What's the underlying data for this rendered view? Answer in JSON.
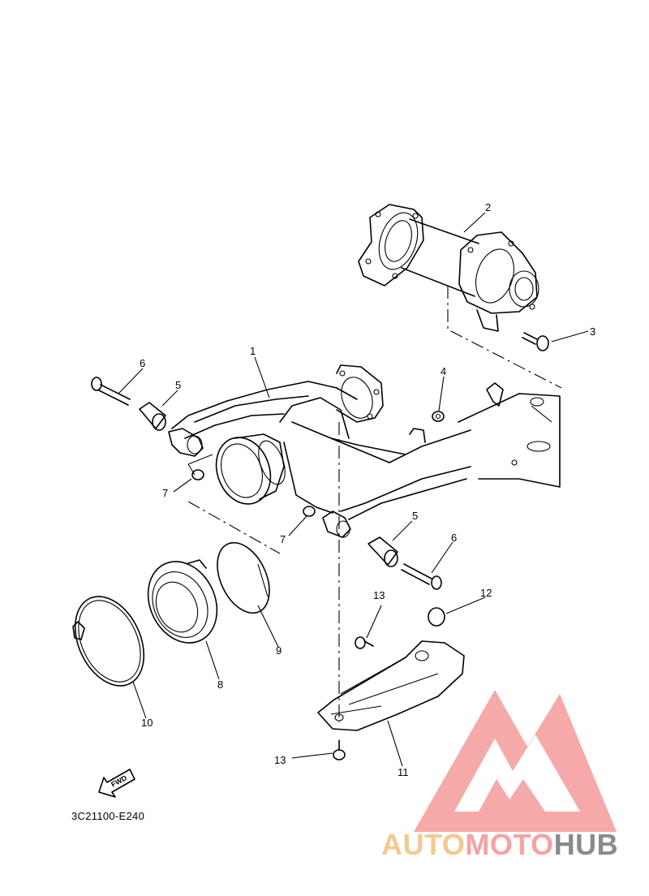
{
  "diagram": {
    "code": "3C21100-E240",
    "fwd_label": "FWD",
    "callouts": [
      {
        "id": "1",
        "label": "1"
      },
      {
        "id": "2",
        "label": "2"
      },
      {
        "id": "3",
        "label": "3"
      },
      {
        "id": "4",
        "label": "4"
      },
      {
        "id": "5a",
        "label": "5"
      },
      {
        "id": "5b",
        "label": "5"
      },
      {
        "id": "6a",
        "label": "6"
      },
      {
        "id": "6b",
        "label": "6"
      },
      {
        "id": "7a",
        "label": "7"
      },
      {
        "id": "7b",
        "label": "7"
      },
      {
        "id": "8",
        "label": "8"
      },
      {
        "id": "9",
        "label": "9"
      },
      {
        "id": "10",
        "label": "10"
      },
      {
        "id": "11",
        "label": "11"
      },
      {
        "id": "12",
        "label": "12"
      },
      {
        "id": "13a",
        "label": "13"
      },
      {
        "id": "13b",
        "label": "13"
      }
    ]
  },
  "watermark": {
    "text_part1": "AUTO",
    "text_part2": "MOTO",
    "text_part3": "HUB",
    "colors": {
      "auto": "#f3c98e",
      "moto": "#f4a3a3",
      "hub": "#8a8a8a",
      "logo": "#f4a0a0"
    }
  }
}
